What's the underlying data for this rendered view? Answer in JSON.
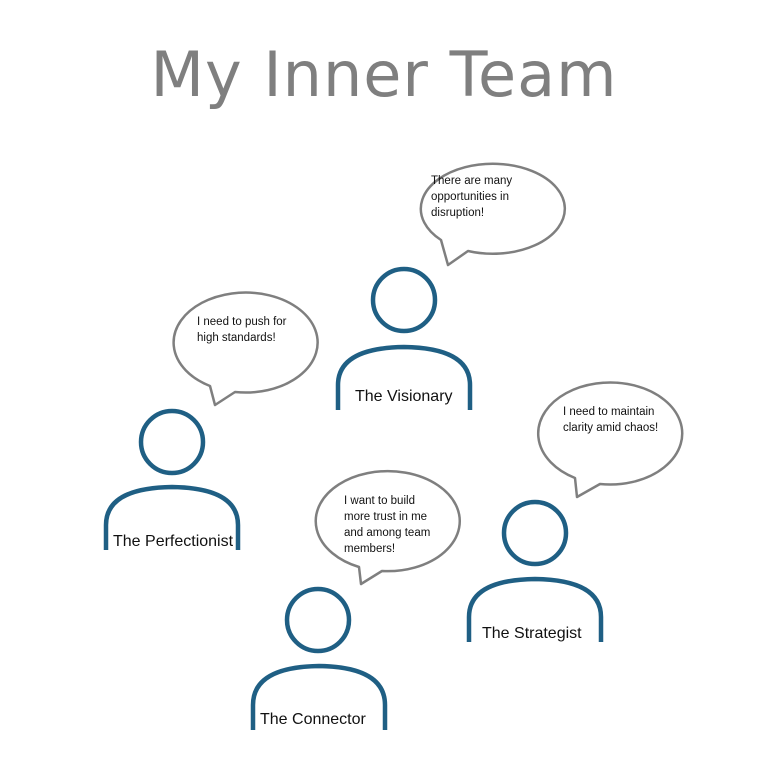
{
  "title": "My Inner Team",
  "colors": {
    "person_stroke": "#1f5f84",
    "bubble_stroke": "#7f7f7f",
    "title": "#7f7f7f"
  },
  "personas": [
    {
      "id": "visionary",
      "name": "The Visionary",
      "bubble_lines": [
        "There are many",
        "opportunities in",
        "disruption!"
      ]
    },
    {
      "id": "perfectionist",
      "name": "The Perfectionist",
      "bubble_lines": [
        "I need to push for",
        "high standards!"
      ]
    },
    {
      "id": "strategist",
      "name": "The Strategist",
      "bubble_lines": [
        "I need to maintain",
        "clarity amid chaos!"
      ]
    },
    {
      "id": "connector",
      "name": "The Connector",
      "bubble_lines": [
        "I want to build",
        "more trust in me",
        "and among team",
        "members!"
      ]
    }
  ]
}
